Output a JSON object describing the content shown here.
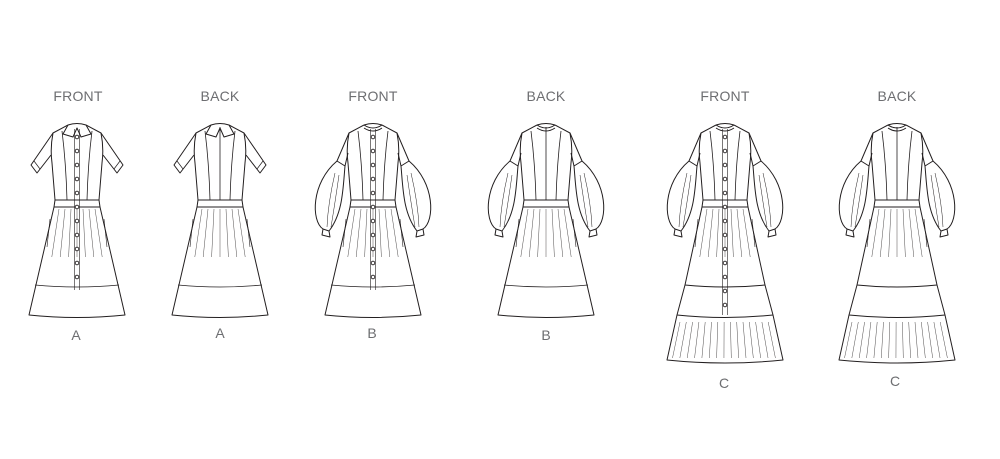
{
  "figures": [
    {
      "view": "FRONT",
      "view_code": "A"
    },
    {
      "view": "BACK",
      "view_code": "A"
    },
    {
      "view": "FRONT",
      "view_code": "B"
    },
    {
      "view": "BACK",
      "view_code": "B"
    },
    {
      "view": "FRONT",
      "view_code": "C"
    },
    {
      "view": "BACK",
      "view_code": "C"
    }
  ]
}
